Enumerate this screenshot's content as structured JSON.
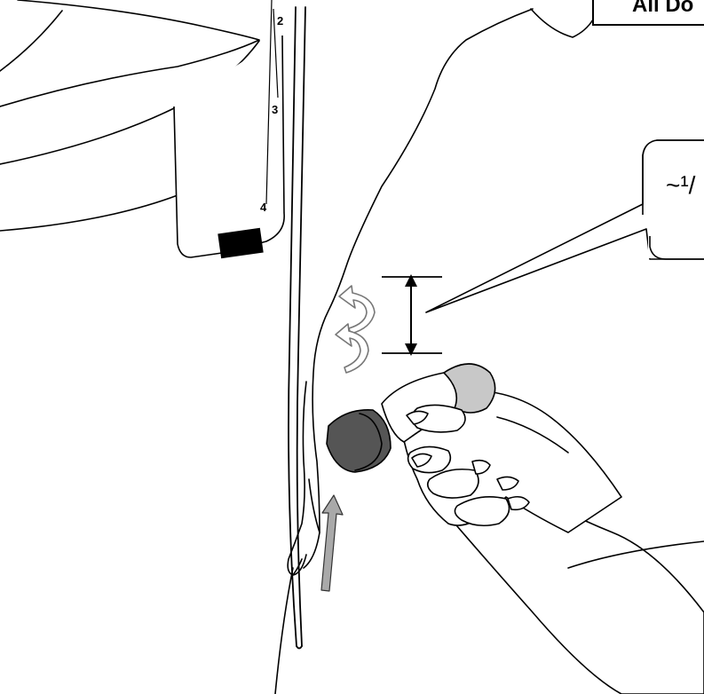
{
  "header_box": {
    "text": "All Do"
  },
  "callout": {
    "text": "~¹/"
  },
  "tube_marks": {
    "labels": [
      "2",
      "3",
      "4"
    ]
  },
  "colors": {
    "stroke": "#000000",
    "gray_arrow": "#a9a9a9",
    "dark_cap": "#555555",
    "light_cap": "#c8c8c8",
    "clip": "#000000"
  }
}
